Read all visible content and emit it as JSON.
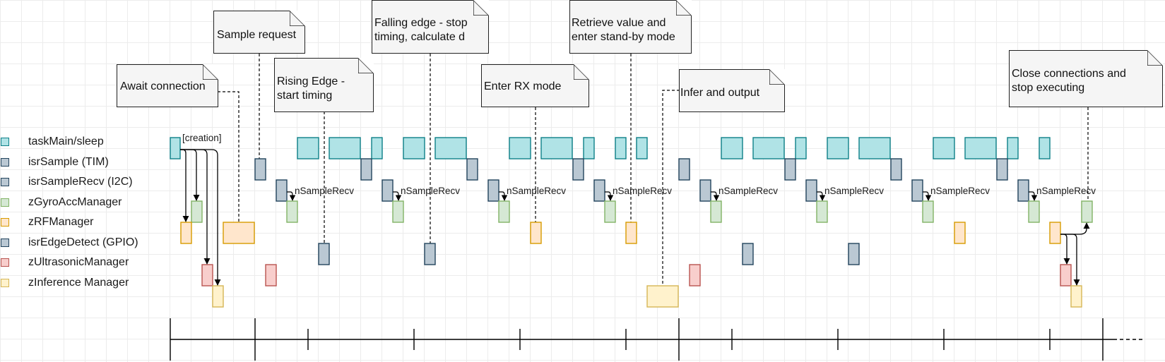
{
  "legend": [
    {
      "label": "taskMain/sleep",
      "color": "#0e8088",
      "fill": "#b0e3e6"
    },
    {
      "label": "isrSample (TIM)",
      "color": "#23445d",
      "fill": "#bac8d3"
    },
    {
      "label": "isrSampleRecv (I2C)",
      "color": "#23445d",
      "fill": "#bac8d3"
    },
    {
      "label": "zGyroAccManager",
      "color": "#82b366",
      "fill": "#d5e8d4"
    },
    {
      "label": "zRFManager",
      "color": "#d79b00",
      "fill": "#ffe6cc"
    },
    {
      "label": "isrEdgeDetect (GPIO)",
      "color": "#23445d",
      "fill": "#bac8d3"
    },
    {
      "label": "zUltrasonicManager",
      "color": "#b85450",
      "fill": "#f8cecc"
    },
    {
      "label": "zInference Manager",
      "color": "#d6b656",
      "fill": "#fff2cc"
    }
  ],
  "notes": [
    {
      "text": "Sample request"
    },
    {
      "text": "Await connection"
    },
    {
      "text": "Rising Edge -\nstart timing"
    },
    {
      "text": "Falling edge - stop\ntiming, calculate d"
    },
    {
      "text": "Enter RX mode"
    },
    {
      "text": "Retrieve value and\nenter stand-by mode"
    },
    {
      "text": "Infer and output"
    },
    {
      "text": "Close connections and\nstop executing"
    }
  ],
  "labels": {
    "creation": "[creation]",
    "n_sample_recv": "nSampleRecv"
  }
}
